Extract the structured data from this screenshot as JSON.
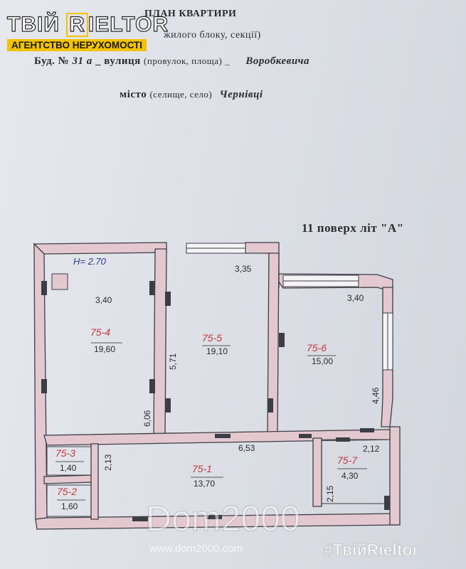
{
  "header": {
    "title": "ПЛАН КВАРТИРИ",
    "subtitle": "жилого блоку, секції)",
    "bud_label": "Буд. №",
    "bud_value": "31 а",
    "street_label": "_ вулиця",
    "street_hint": "(провулок, площа) _",
    "street_value": "Воробкевича",
    "city_label": "місто",
    "city_hint": "(селище, село)",
    "city_value": "Чернівці",
    "floor_line": "11   поверх   літ \"А\""
  },
  "logo": {
    "line1_a": "ТВІЙ ",
    "line1_r": "R",
    "line1_b": "IELTOR",
    "line2": "АГЕНТСТВО НЕРУХОМОСТІ"
  },
  "watermarks": {
    "dom": "Dom2000",
    "url": "www.dom2000.com",
    "tag": "#ТвійRieltor"
  },
  "plan": {
    "ceiling_height": "H= 2.70",
    "rooms": [
      {
        "id": "75-4",
        "area": "19,60"
      },
      {
        "id": "75-5",
        "area": "19,10"
      },
      {
        "id": "75-6",
        "area": "15,00"
      },
      {
        "id": "75-3",
        "area": "1,40"
      },
      {
        "id": "75-2",
        "area": "1,60"
      },
      {
        "id": "75-1",
        "area": "13,70"
      },
      {
        "id": "75-7",
        "area": "4,30"
      }
    ],
    "dimensions": [
      "3,40",
      "3,35",
      "3,40",
      "5,71",
      "6,06",
      "4,46",
      "6,53",
      "2,12",
      "2,13",
      "2,15"
    ]
  },
  "colors": {
    "wall_fill": "#e3c9cf",
    "wall_stroke": "#3d3d46",
    "room_number": "#c23a3a",
    "logo_accent": "#f2c300"
  }
}
